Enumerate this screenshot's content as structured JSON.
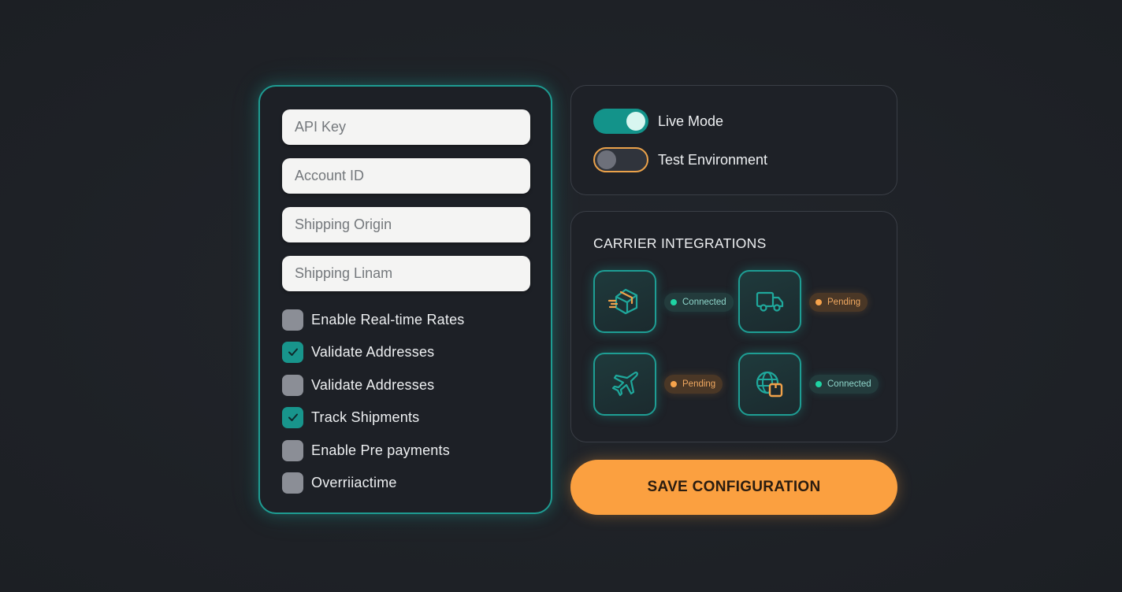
{
  "form": {
    "fields": [
      {
        "name": "api-key",
        "placeholder": "API Key",
        "value": ""
      },
      {
        "name": "account-id",
        "placeholder": "Account ID",
        "value": ""
      },
      {
        "name": "shipping-origin",
        "placeholder": "Shipping Origin",
        "value": ""
      },
      {
        "name": "shipping-linam",
        "placeholder": "Shipping Linam",
        "value": ""
      }
    ],
    "options": [
      {
        "label": "Enable Real-time Rates",
        "checked": false
      },
      {
        "label": "Validate Addresses",
        "checked": true
      },
      {
        "label": "Validate Addresses",
        "checked": false
      },
      {
        "label": "Track Shipments",
        "checked": true
      },
      {
        "label": "Enable Pre payments",
        "checked": false
      },
      {
        "label": "Overriiactime",
        "checked": false
      }
    ]
  },
  "modes": {
    "live": {
      "label": "Live Mode",
      "on": true
    },
    "test": {
      "label": "Test Environment",
      "on": false
    }
  },
  "carriers": {
    "title": "CARRIER INTEGRATIONS",
    "items": [
      {
        "icon": "package-icon",
        "status": "Connected"
      },
      {
        "icon": "truck-icon",
        "status": "Pending"
      },
      {
        "icon": "airplane-icon",
        "status": "Pending"
      },
      {
        "icon": "globe-package-icon",
        "status": "Connected"
      }
    ]
  },
  "actions": {
    "save_label": "SAVE CONFIGURATION"
  },
  "colors": {
    "teal": "#18958c",
    "orange": "#fba040",
    "background": "#1f2227",
    "connected_dot": "#1fd3a3",
    "pending_dot": "#f7a34b"
  }
}
